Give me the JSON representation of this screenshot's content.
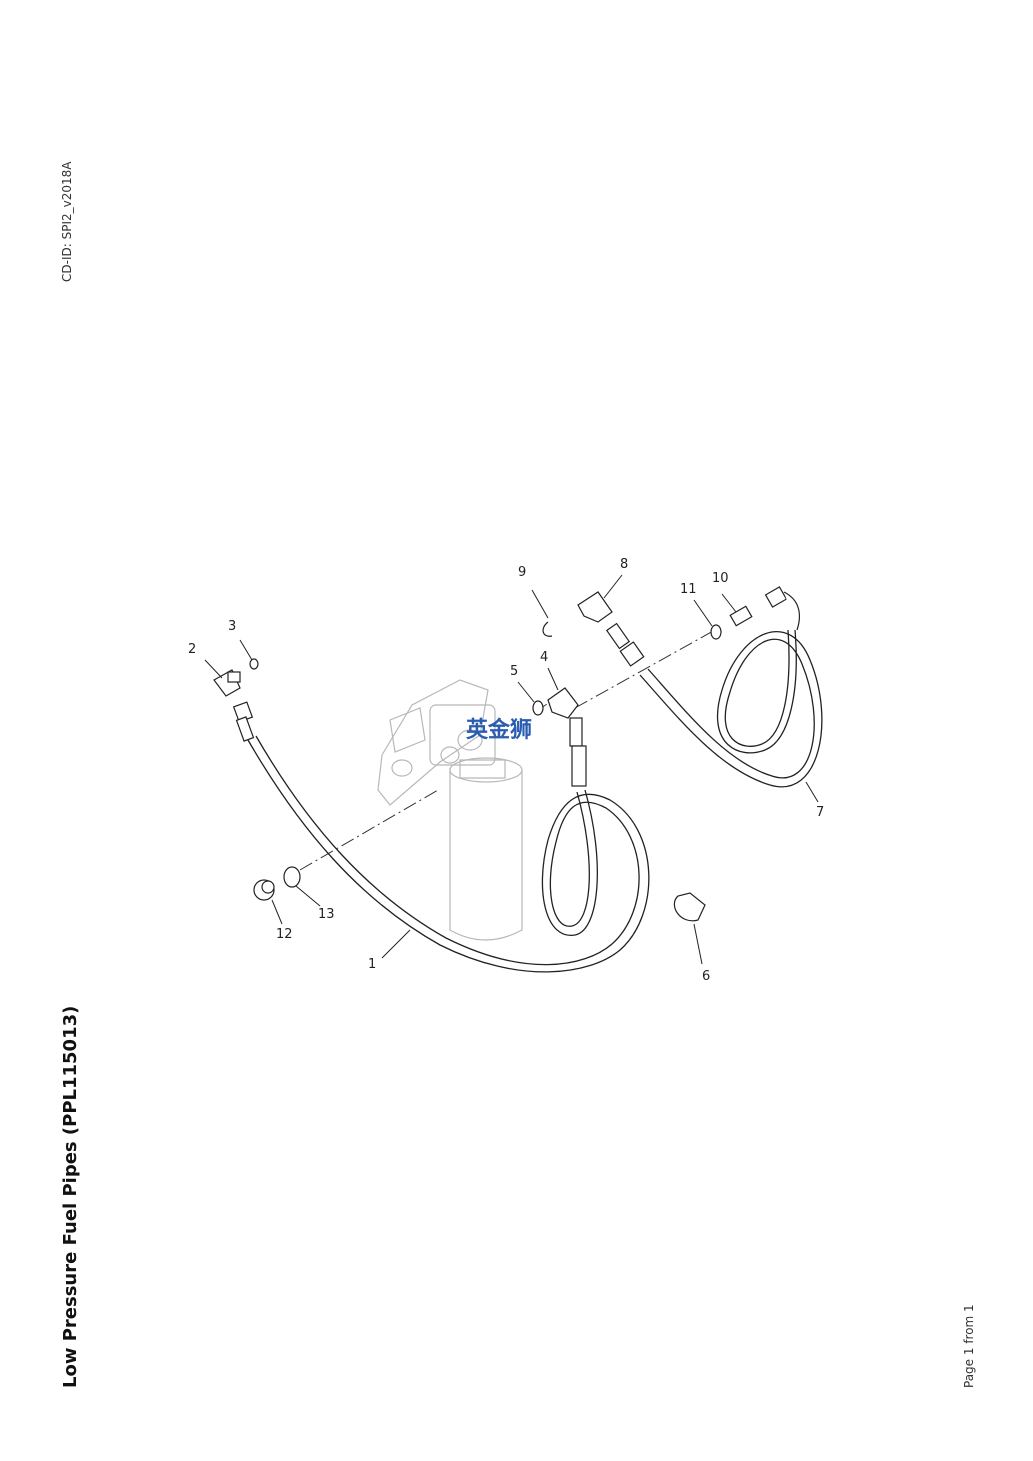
{
  "header": {
    "cd_id": "CD-ID: SPI2_v2018A"
  },
  "title": "Low Pressure Fuel Pipes (PPL115013)",
  "footer": {
    "page": "Page 1 from 1"
  },
  "watermark": {
    "text": "英金狮",
    "color": "#2a5db0"
  },
  "callouts": [
    "1",
    "2",
    "3",
    "4",
    "5",
    "6",
    "7",
    "8",
    "9",
    "10",
    "11",
    "12",
    "13"
  ]
}
